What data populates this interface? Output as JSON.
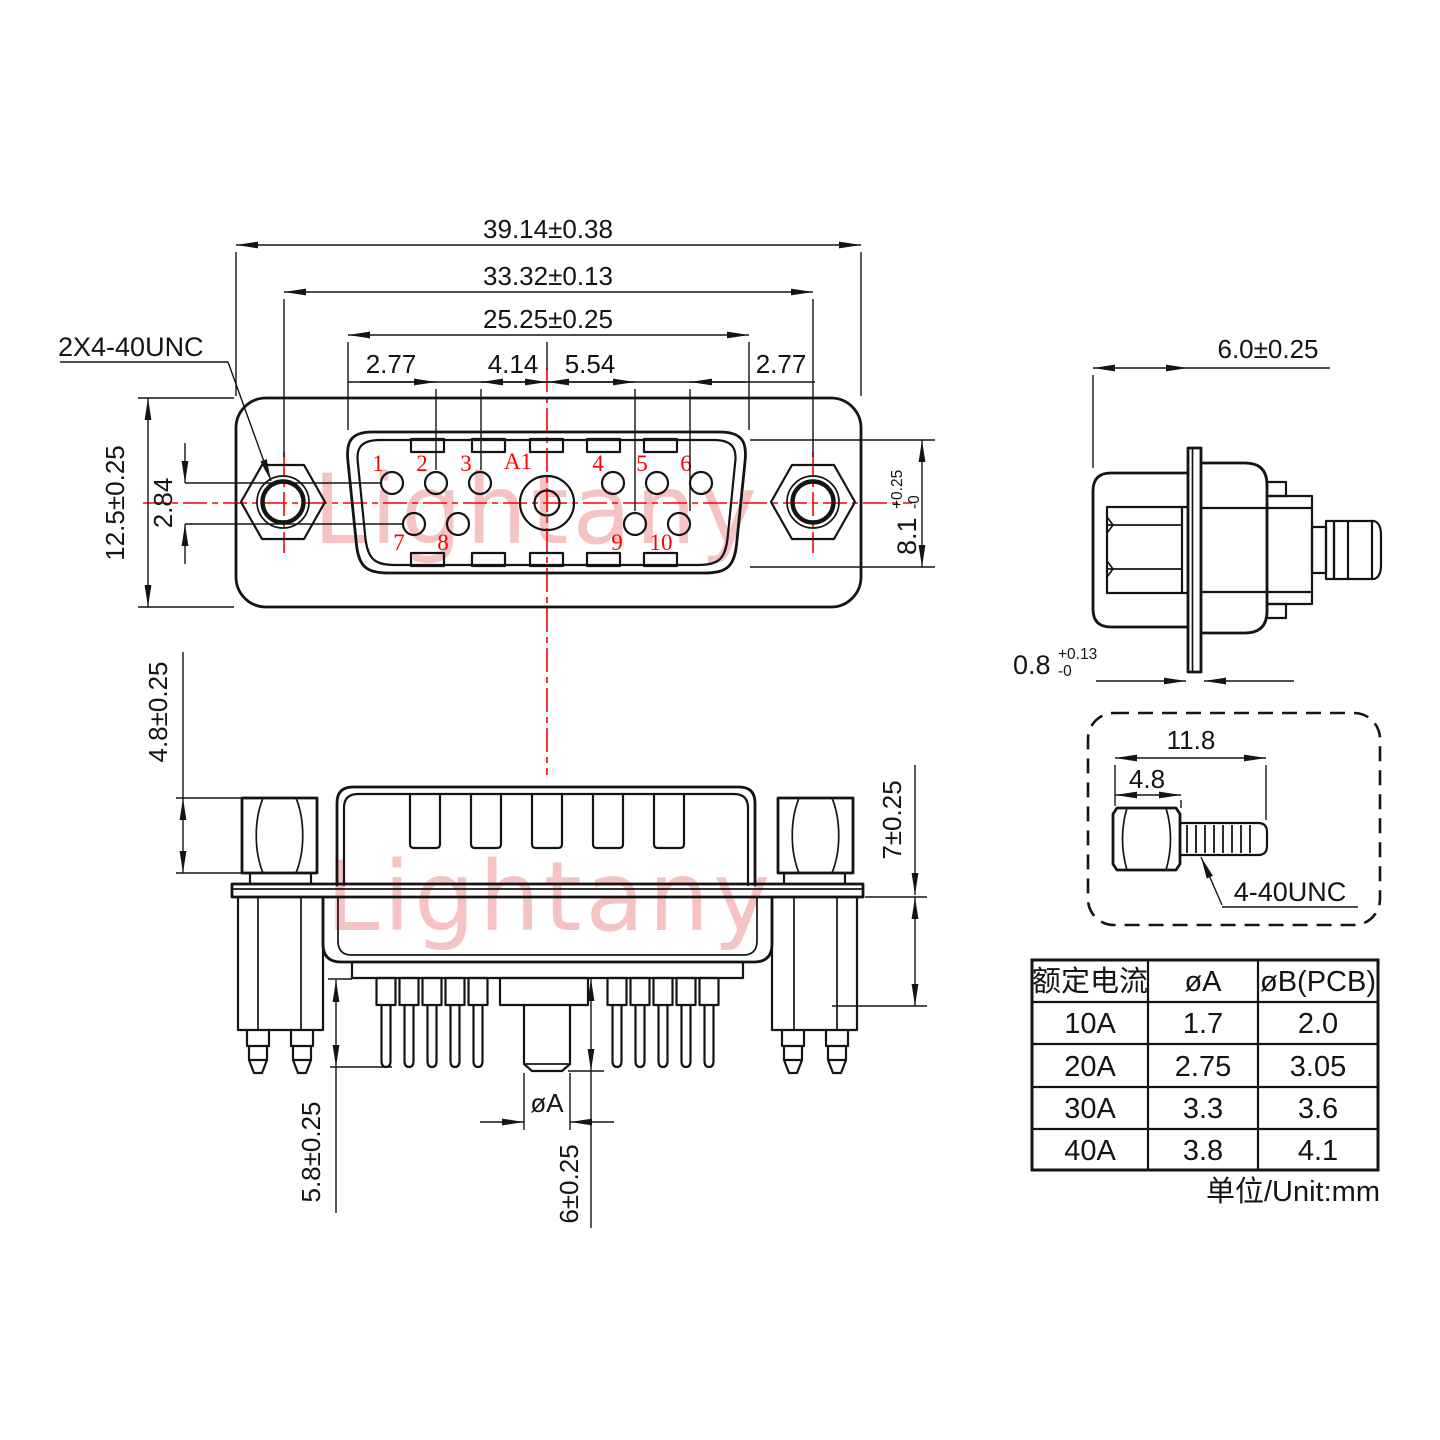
{
  "watermark": {
    "text": "Lightany"
  },
  "front_view": {
    "thread_callout": "2X4-40UNC",
    "dim_overall_width": "39.14±0.38",
    "dim_mount_spacing": "33.32±0.13",
    "dim_shell_width": "25.25±0.25",
    "dim_pitch_left": "2.77",
    "dim_pitch_mid_left": "4.14",
    "dim_pitch_mid_right": "5.54",
    "dim_pitch_right": "2.77",
    "dim_flange_height": "12.5±0.25",
    "dim_row_offset": "2.84",
    "dim_shell_height": {
      "value": "8.1",
      "tol_plus": "+0.25",
      "tol_minus": "-0"
    },
    "pin_labels": {
      "p1": "1",
      "p2": "2",
      "p3": "3",
      "p4": "4",
      "p5": "5",
      "p6": "6",
      "p7": "7",
      "p8": "8",
      "p9": "9",
      "p10": "10",
      "a1": "A1"
    }
  },
  "side_view": {
    "dim_depth": "6.0±0.25",
    "dim_flange_thickness": {
      "value": "0.8",
      "tol_plus": "+0.13",
      "tol_minus": "-0"
    }
  },
  "bottom_view": {
    "dim_standoff_height": "4.8±0.25",
    "dim_body_height": "7±0.25",
    "dim_pin_length": "5.8±0.25",
    "dim_center_pin_length": "6±0.25",
    "dim_center_pin_dia": "øA"
  },
  "screw_detail": {
    "dim_total_length": "11.8",
    "dim_head_length": "4.8",
    "thread_label": "4-40UNC"
  },
  "table": {
    "headers": [
      "额定电流",
      "øA",
      "øB(PCB)"
    ],
    "rows": [
      [
        "10A",
        "1.7",
        "2.0"
      ],
      [
        "20A",
        "2.75",
        "3.05"
      ],
      [
        "30A",
        "3.3",
        "3.6"
      ],
      [
        "40A",
        "3.8",
        "4.1"
      ]
    ],
    "unit": "单位/Unit:mm"
  }
}
